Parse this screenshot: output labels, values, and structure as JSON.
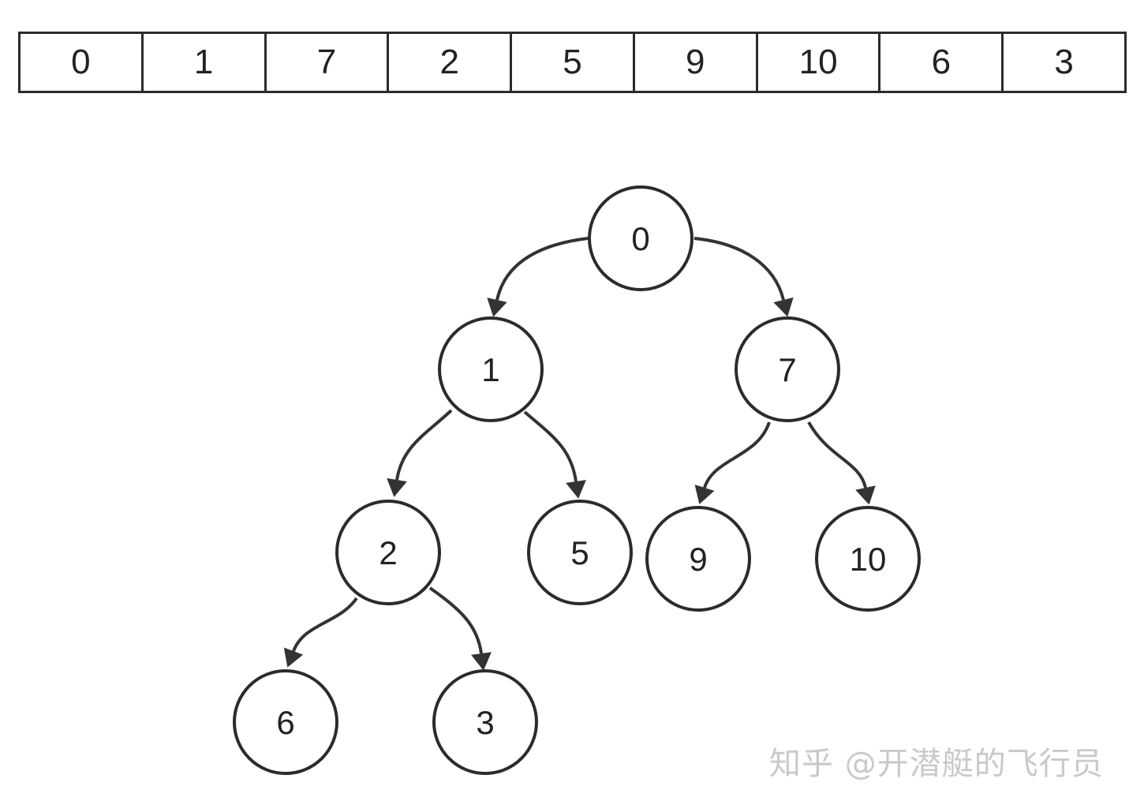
{
  "array": [
    "0",
    "1",
    "7",
    "2",
    "5",
    "9",
    "10",
    "6",
    "3"
  ],
  "tree": {
    "nodes": [
      {
        "id": "n0",
        "label": "0"
      },
      {
        "id": "n1",
        "label": "1"
      },
      {
        "id": "n7",
        "label": "7"
      },
      {
        "id": "n2",
        "label": "2"
      },
      {
        "id": "n5",
        "label": "5"
      },
      {
        "id": "n9",
        "label": "9"
      },
      {
        "id": "n10",
        "label": "10"
      },
      {
        "id": "n6",
        "label": "6"
      },
      {
        "id": "n3",
        "label": "3"
      }
    ],
    "edges": [
      [
        "n0",
        "n1"
      ],
      [
        "n0",
        "n7"
      ],
      [
        "n1",
        "n2"
      ],
      [
        "n1",
        "n5"
      ],
      [
        "n7",
        "n9"
      ],
      [
        "n7",
        "n10"
      ],
      [
        "n2",
        "n6"
      ],
      [
        "n2",
        "n3"
      ]
    ]
  },
  "watermark": "知乎 @开潜艇的飞行员"
}
